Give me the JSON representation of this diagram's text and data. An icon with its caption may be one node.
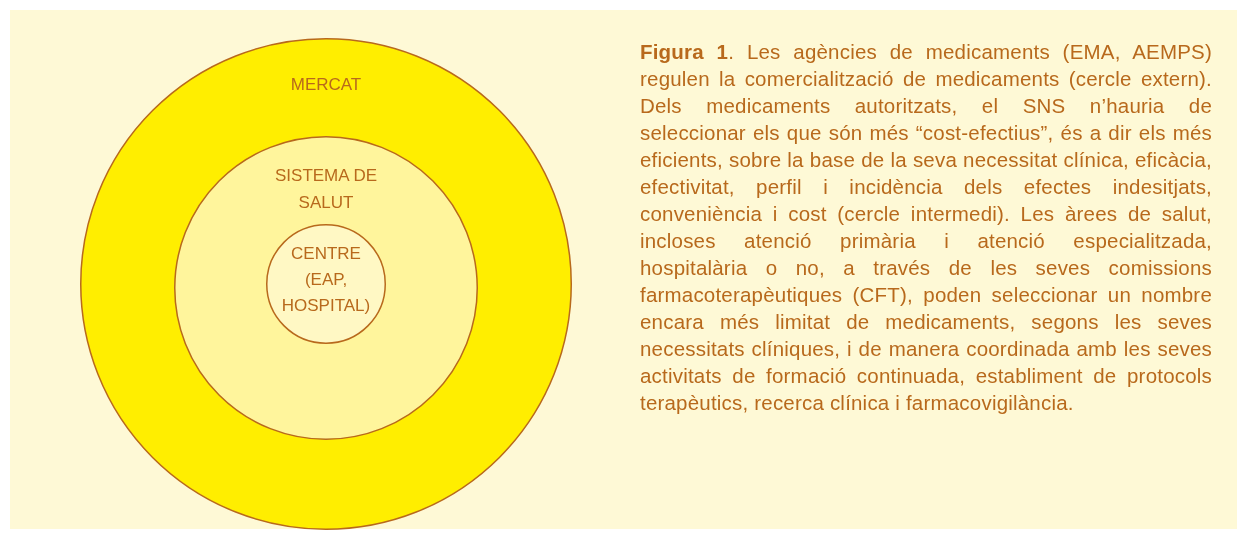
{
  "diagram": {
    "caption": "**Figura 1**. Les agències de medicaments (EMA, AEMPS) regulen la comercialització de medicaments (cercle extern). Dels medicaments autoritzats, el SNS n’hauria de seleccionar els que són més “cost-efectius”, és a dir els més eficients, sobre la base de la seva necessitat clínica, eficàcia, efectivitat, perfil i incidència dels efectes indesitjats, conveniència i cost (cercle intermedi). Les àrees de salut, incloses atenció primària i atenció especialitzada, hospitalària o no, a través de les seves comissions farmacoterapèutiques (CFT), poden seleccionar un nombre encara més limitat de medicaments, segons les seves necessitats clíniques, i de manera coordinada amb les seves activitats de formació continuada, establiment de protocols terapèutics, recerca clínica i farmacovigilància.",
    "nodes": [
      {
        "text": [
          "MERCAT"
        ]
      },
      {
        "text": [
          "SISTEMA DE SALUT"
        ],
        "in": 0
      },
      {
        "text": [
          "CENTRE (EAP, HOSPITAL)"
        ],
        "in": 1
      }
    ]
  }
}
